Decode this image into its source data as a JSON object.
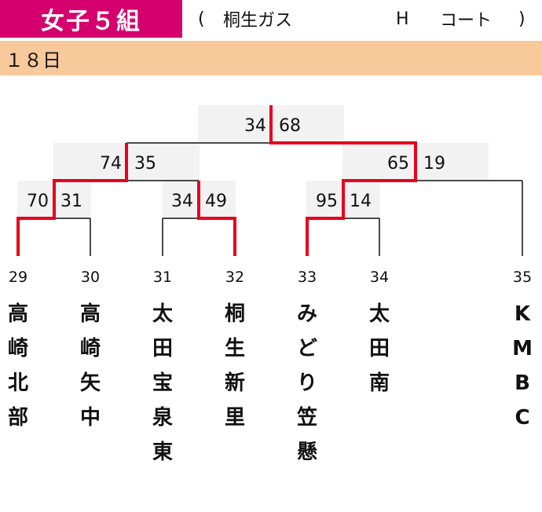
{
  "header": {
    "division": "女子５組",
    "open_paren": "(",
    "venue": "桐生ガス",
    "court": "H",
    "court_label": "コート",
    "close_paren": ")"
  },
  "date": "１８日",
  "colors": {
    "division_bg": "#d4006e",
    "date_bg": "#f8c99b",
    "winner_line": "#e8001c",
    "score_box": "#f2f2f2"
  },
  "teams": [
    {
      "seed": "29",
      "name": [
        "高",
        "崎",
        "北",
        "部"
      ]
    },
    {
      "seed": "30",
      "name": [
        "高",
        "崎",
        "矢",
        "中"
      ]
    },
    {
      "seed": "31",
      "name": [
        "太",
        "田",
        "宝",
        "泉",
        "東"
      ]
    },
    {
      "seed": "32",
      "name": [
        "桐",
        "生",
        "新",
        "里"
      ]
    },
    {
      "seed": "33",
      "name": [
        "み",
        "ど",
        "り",
        "笠",
        "懸"
      ]
    },
    {
      "seed": "34",
      "name": [
        "太",
        "田",
        "南"
      ]
    },
    {
      "seed": "35",
      "name": [
        "K",
        "M",
        "B",
        "C"
      ]
    }
  ],
  "matches": {
    "r1_a": {
      "left": "70",
      "right": "31"
    },
    "r1_b": {
      "left": "34",
      "right": "49"
    },
    "r1_c": {
      "left": "95",
      "right": "14"
    },
    "r2_a": {
      "left": "74",
      "right": "35"
    },
    "r2_b": {
      "left": "65",
      "right": "19"
    },
    "final": {
      "left": "34",
      "right": "68"
    }
  }
}
